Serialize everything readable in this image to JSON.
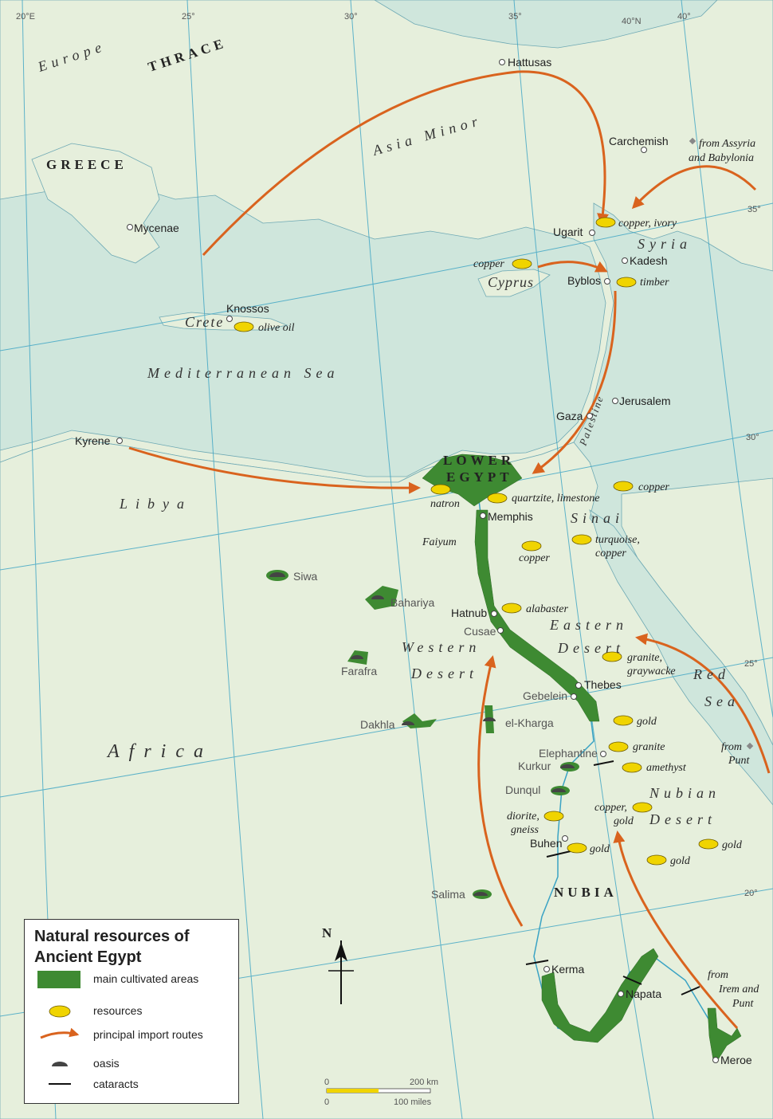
{
  "colors": {
    "sea": "#cfe6dc",
    "land": "#e6efdc",
    "cultivated": "#3e8a32",
    "resource": "#f0d400",
    "route": "#d9631e",
    "grid": "#3aa3c4"
  },
  "grid_labels": [
    "20°E",
    "25°",
    "30°",
    "35°",
    "40°N",
    "40°",
    "35°",
    "30°",
    "25°",
    "20°"
  ],
  "regions": {
    "europe": "Europe",
    "thrace": "THRACE",
    "greece": "GREECE",
    "asia_minor": "Asia Minor",
    "mediterranean": "Mediterranean Sea",
    "syria": "Syria",
    "palestine": "Palestine",
    "libya": "Libya",
    "lower_egypt_1": "LOWER",
    "lower_egypt_2": "EGYPT",
    "sinai": "Sinai",
    "western_desert_1": "Western",
    "western_desert_2": "Desert",
    "eastern_desert_1": "Eastern",
    "eastern_desert_2": "Desert",
    "red_sea_1": "Red",
    "red_sea_2": "Sea",
    "africa": "Africa",
    "nubian_desert_1": "Nubian",
    "nubian_desert_2": "Desert",
    "nubia": "NUBIA",
    "crete": "Crete",
    "cyprus": "Cyprus",
    "faiyum": "Faiyum"
  },
  "places": {
    "hattusas": "Hattusas",
    "carchemish": "Carchemish",
    "mycenae": "Mycenae",
    "ugarit": "Ugarit",
    "kadesh": "Kadesh",
    "byblos": "Byblos",
    "knossos": "Knossos",
    "jerusalem": "Jerusalem",
    "gaza": "Gaza",
    "kyrene": "Kyrene",
    "memphis": "Memphis",
    "hatnub": "Hatnub",
    "cusae": "Cusae",
    "thebes": "Thebes",
    "gebelein": "Gebelein",
    "elephantine": "Elephantine",
    "buhen": "Buhen",
    "kerma": "Kerma",
    "napata": "Napata",
    "meroe": "Meroe"
  },
  "oases": {
    "siwa": "Siwa",
    "bahariya": "Bahariya",
    "farafra": "Farafra",
    "dakhla": "Dakhla",
    "el_kharga": "el-Kharga",
    "kurkur": "Kurkur",
    "dunqul": "Dunqul",
    "salima": "Salima"
  },
  "resources": {
    "copper_ivory": "copper, ivory",
    "copper_cyprus": "copper",
    "timber": "timber",
    "olive_oil": "olive oil",
    "natron": "natron",
    "quartzite_limestone": "quartzite, limestone",
    "copper_sinai": "copper",
    "turquoise_1": "turquoise,",
    "turquoise_2": "copper",
    "copper_eastern": "copper",
    "alabaster": "alabaster",
    "granite_gray_1": "granite,",
    "granite_gray_2": "graywacke",
    "gold_1": "gold",
    "granite_2": "granite",
    "amethyst": "amethyst",
    "copper_gold_1": "copper,",
    "copper_gold_2": "gold",
    "diorite_1": "diorite,",
    "diorite_2": "gneiss",
    "gold_buhen": "gold",
    "gold_3": "gold",
    "gold_4": "gold"
  },
  "route_sources": {
    "assyria_1": "from Assyria",
    "assyria_2": "and Babylonia",
    "punt_1": "from",
    "punt_2": "Punt",
    "irem_1": "from",
    "irem_2": "Irem and",
    "irem_3": "Punt"
  },
  "compass": {
    "north": "N"
  },
  "scale": {
    "zero_top": "0",
    "km": "200 km",
    "zero_bottom": "0",
    "miles": "100 miles"
  },
  "legend": {
    "title_1": "Natural resources of",
    "title_2": "Ancient Egypt",
    "cultivated": "main cultivated areas",
    "resources": "resources",
    "routes": "principal import routes",
    "oasis": "oasis",
    "cataracts": "cataracts"
  }
}
